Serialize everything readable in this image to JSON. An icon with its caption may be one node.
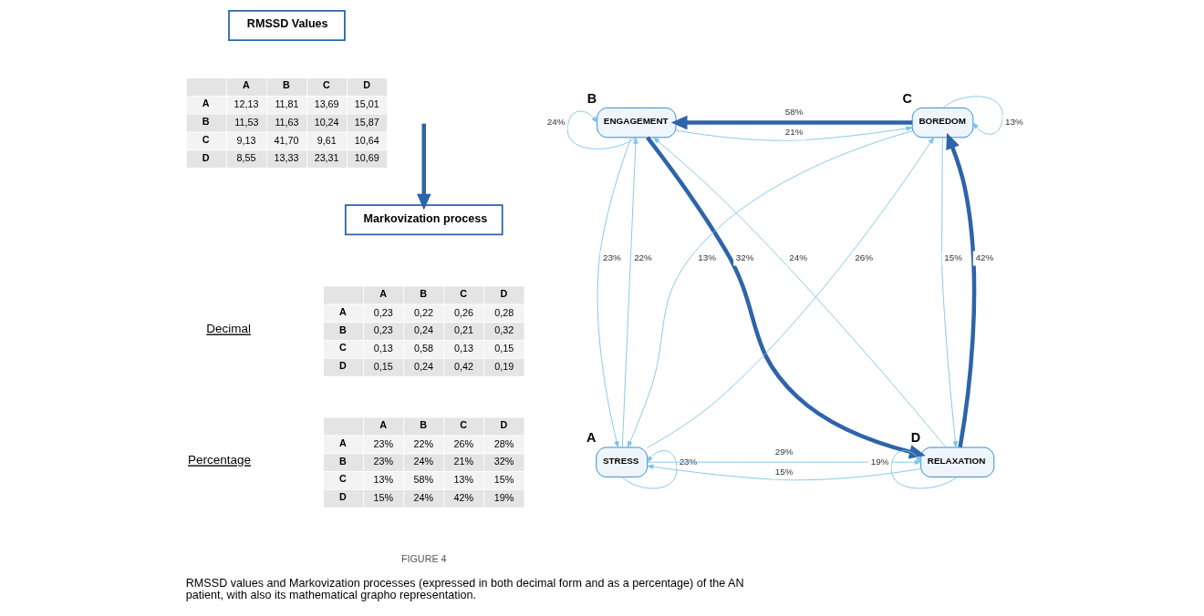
{
  "diagram": {
    "caption": "RMSSD values and Markovization processes (expressed in both decimal form and as a percentage) of the AN patient, with also its mathematical grapho representation.",
    "nodes": [
      {
        "text": [
          "RMSSD Values"
        ]
      },
      {
        "text": [
          "Markovization process"
        ]
      },
      {
        "text": [
          "ENGAGEMENT"
        ],
        "beside": [
          "B"
        ]
      },
      {
        "text": [
          "BOREDOM"
        ],
        "beside": [
          "C"
        ]
      },
      {
        "text": [
          "STRESS"
        ],
        "beside": [
          "A"
        ]
      },
      {
        "text": [
          "RELAXATION"
        ],
        "beside": [
          "D"
        ]
      }
    ],
    "edges": [
      {
        "from": null,
        "to": 1,
        "arrow": "to",
        "style": "thick",
        "color": "#2e64a8"
      },
      {
        "from": 3,
        "to": 2,
        "arrow": "to",
        "label": "58%",
        "style": "thick",
        "color": "#2e64a8"
      },
      {
        "from": 2,
        "to": 3,
        "arrow": "to",
        "label": "21%"
      },
      {
        "from": 2,
        "to": 5,
        "arrow": "to",
        "label": "32%",
        "style": "thick",
        "color": "#2e64a8"
      },
      {
        "from": 5,
        "to": 2,
        "arrow": "to",
        "label": "24%"
      },
      {
        "from": 5,
        "to": 3,
        "arrow": "to",
        "label": "42%",
        "style": "thick",
        "color": "#2e64a8"
      },
      {
        "from": 3,
        "to": 5,
        "arrow": "to",
        "label": "15%"
      },
      {
        "from": 4,
        "to": 2,
        "arrow": "to",
        "label": "22%"
      },
      {
        "from": 2,
        "to": 4,
        "arrow": "to",
        "label": "23%"
      },
      {
        "from": 4,
        "to": 3,
        "arrow": "to",
        "label": "26%"
      },
      {
        "from": 3,
        "to": 4,
        "arrow": "to",
        "label": "13%"
      },
      {
        "from": 4,
        "to": 5,
        "arrow": "to",
        "label": "29%"
      },
      {
        "from": 5,
        "to": 4,
        "arrow": "to",
        "label": "15%"
      },
      {
        "from": 2,
        "to": 2,
        "arrow": "to",
        "label": "24%"
      },
      {
        "from": 3,
        "to": 3,
        "arrow": "to",
        "label": "13%"
      },
      {
        "from": 4,
        "to": 4,
        "arrow": "to",
        "label": "23%"
      },
      {
        "from": 5,
        "to": 5,
        "arrow": "to",
        "label": "19%"
      }
    ],
    "labels": [
      "A",
      "B",
      "C",
      "D",
      "A",
      "12,13",
      "11,81",
      "13,69",
      "15,01",
      "B",
      "11,53",
      "11,63",
      "10,24",
      "15,87",
      "C",
      "9,13",
      "41,70",
      "9,61",
      "10,64",
      "D",
      "8,55",
      "13,33",
      "23,31",
      "10,69",
      "Decimal",
      "A",
      "B",
      "C",
      "D",
      "A",
      "0,23",
      "0,22",
      "0,26",
      "0,28",
      "B",
      "0,23",
      "0,24",
      "0,21",
      "0,32",
      "C",
      "0,13",
      "0,58",
      "0,13",
      "0,15",
      "D",
      "0,15",
      "0,24",
      "0,42",
      "0,19",
      "Percentage",
      "A",
      "B",
      "C",
      "D",
      "A",
      "23%",
      "22%",
      "26%",
      "28%",
      "B",
      "23%",
      "24%",
      "21%",
      "32%",
      "C",
      "13%",
      "58%",
      "13%",
      "15%",
      "D",
      "15%",
      "24%",
      "42%",
      "19%",
      "FIGURE 4"
    ]
  }
}
